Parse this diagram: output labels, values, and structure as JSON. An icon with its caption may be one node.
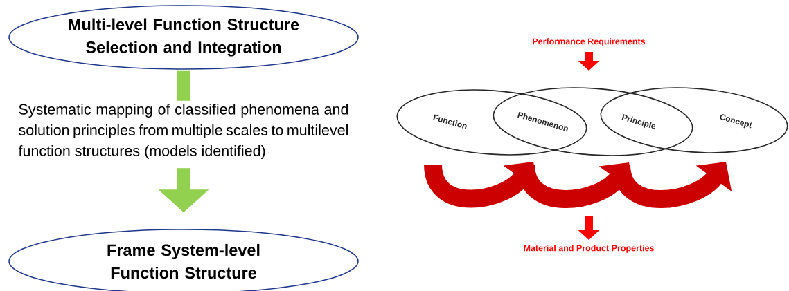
{
  "diagram": {
    "nodes": [
      {
        "text": [
          "Multi-level Function Structure Selection and Integration"
        ]
      },
      {
        "text": [
          "Systematic mapping of classified phenomena and solution principles from multiple scales to multilevel function structures (models identified)"
        ]
      },
      {
        "text": [
          "Frame System-level Function Structure"
        ]
      },
      {
        "text": [
          "Performance Requirements"
        ]
      },
      {
        "text": [
          "Function"
        ]
      },
      {
        "text": [
          "Phenomenon"
        ]
      },
      {
        "text": [
          "Principle"
        ]
      },
      {
        "text": [
          "Concept"
        ]
      },
      {
        "text": [
          "Material and Product Properties"
        ]
      }
    ],
    "edges": [
      {
        "from": 0,
        "to": 1,
        "arrow": "none",
        "color": "#92d050"
      },
      {
        "from": 1,
        "to": 2,
        "arrow": "to",
        "color": "#92d050"
      },
      {
        "from": 3,
        "to": null,
        "arrow": "to"
      },
      {
        "from": 4,
        "to": 5,
        "arrow": "to",
        "color": "#cc0000"
      },
      {
        "from": 5,
        "to": 6,
        "arrow": "to",
        "color": "#cc0000"
      },
      {
        "from": 6,
        "to": 7,
        "arrow": "to",
        "color": "#cc0000"
      },
      {
        "from": null,
        "to": 8,
        "arrow": "to"
      }
    ]
  }
}
